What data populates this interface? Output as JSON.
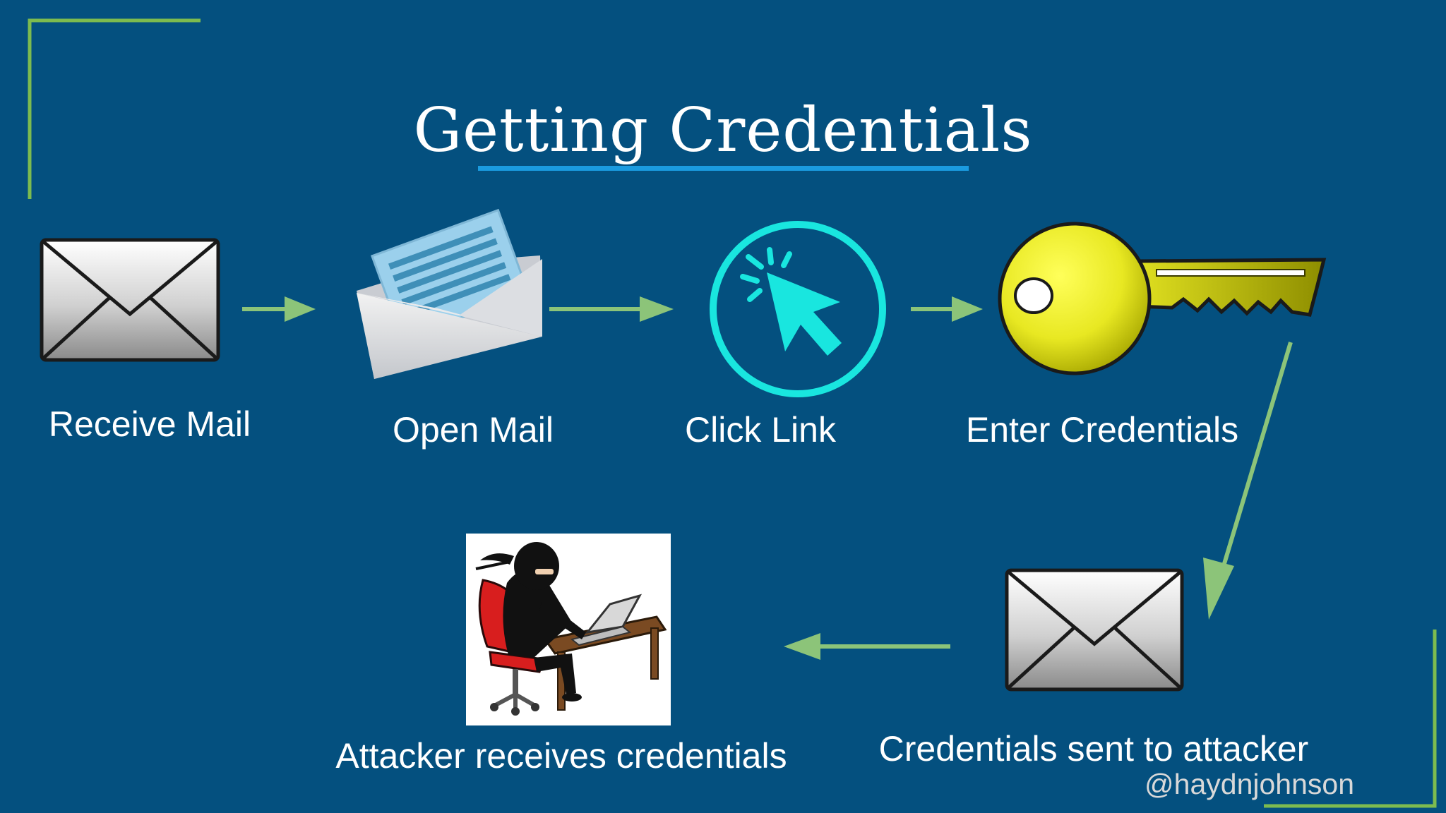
{
  "slide": {
    "title": "Getting Credentials",
    "handle": "@haydnjohnson"
  },
  "steps": [
    {
      "label": "Receive Mail",
      "icon": "closed-envelope-icon"
    },
    {
      "label": "Open Mail",
      "icon": "open-envelope-icon"
    },
    {
      "label": "Click Link",
      "icon": "cursor-click-icon"
    },
    {
      "label": "Enter Credentials",
      "icon": "key-icon"
    },
    {
      "label": "Credentials sent to attacker",
      "icon": "closed-envelope-icon"
    },
    {
      "label": "Attacker receives credentials",
      "icon": "hacker-at-laptop-image"
    }
  ],
  "colors": {
    "background": "#04507f",
    "accent_frame": "#7dbb4f",
    "arrow": "#8cc479",
    "title_underline": "#1a9be0",
    "cursor": "#19e6df",
    "key": "#e8e822"
  }
}
